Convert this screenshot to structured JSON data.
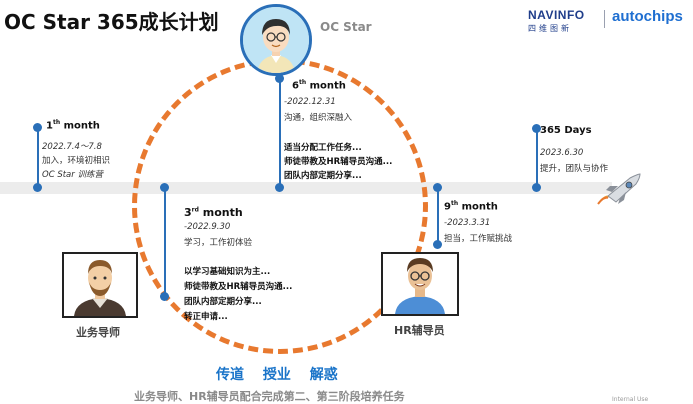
{
  "header": {
    "title": "OC Star 365成长计划",
    "avatar_caption": "OC Star",
    "logos": {
      "navinfo": "NAVINFO",
      "navinfo_cn": "四维图新",
      "autochips": "autochips"
    }
  },
  "milestones": {
    "m1": {
      "num": "1",
      "sup": "th",
      "word": " month",
      "date": "2022.7.4～7.8",
      "desc1": "加入，环境初相识",
      "desc2": "OC Star 训练营"
    },
    "m3": {
      "num": "3",
      "sup": "rd",
      "word": " month",
      "date": "-2022.9.30",
      "desc": "学习，工作初体验",
      "tasks": [
        "以学习基础知识为主...",
        "师徒带教及HR辅导员沟通...",
        "团队内部定期分享...",
        "转正申请..."
      ]
    },
    "m6": {
      "num": "6",
      "sup": "th",
      "word": " month",
      "date": "-2022.12.31",
      "desc": "沟通，组织深融入",
      "tasks": [
        "适当分配工作任务...",
        "师徒带教及HR辅导员沟通...",
        "团队内部定期分享..."
      ]
    },
    "m9": {
      "num": "9",
      "sup": "th",
      "word": " month",
      "date": "-2023.3.31",
      "desc": "担当，工作赋挑战"
    },
    "m365": {
      "title": "365 Days",
      "date": "2023.6.30",
      "desc": "提升，团队与协作"
    }
  },
  "people": {
    "mentor": "业务导师",
    "hr": "HR辅导员"
  },
  "footer": {
    "slogan": "传道 授业 解惑",
    "text": "业务导师、HR辅导员配合完成第二、第三阶段培养任务",
    "internal": "Internal Use"
  },
  "colors": {
    "accent_blue": "#2a6fb8",
    "circle_orange": "#e8792f",
    "slogan_blue": "#1a74c9"
  }
}
